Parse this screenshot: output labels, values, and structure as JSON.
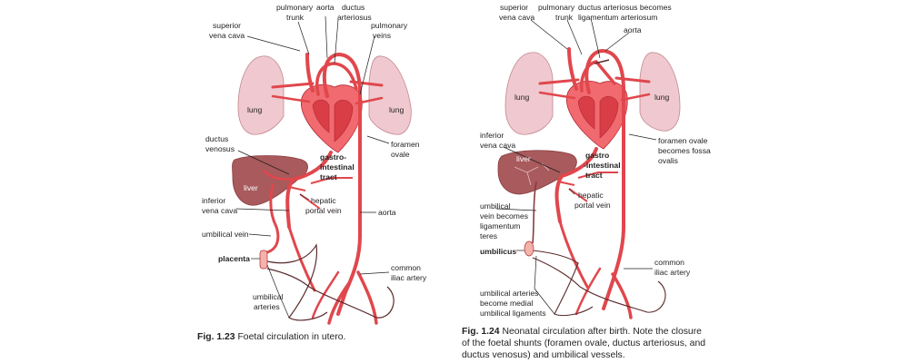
{
  "colors": {
    "vessel": "#e0474c",
    "vessel_dark": "#b02a33",
    "vein_brown": "#8a3b3f",
    "lung_fill": "#efc9cf",
    "lung_stroke": "#c4868f",
    "heart_fill": "#f06a6f",
    "heart_inner": "#d93d45",
    "liver_fill": "#a85a5c",
    "liver_light": "#c98a8b",
    "placenta": "#f3b2aa",
    "leader": "#231f20"
  },
  "fig23": {
    "caption_num": "Fig. 1.23",
    "caption_text": " Foetal circulation in utero.",
    "labels": {
      "pulmonary_trunk_1": "pulmonary",
      "pulmonary_trunk_2": "trunk",
      "aorta": "aorta",
      "ductus_arteriosus_1": "ductus",
      "ductus_arteriosus_2": "arteriosus",
      "superior_vena_cava_1": "superior",
      "superior_vena_cava_2": "vena cava",
      "pulmonary_veins_1": "pulmonary",
      "pulmonary_veins_2": "veins",
      "lung_left": "lung",
      "lung_right": "lung",
      "ductus_venosus_1": "ductus",
      "ductus_venosus_2": "venosus",
      "foramen_ovale_1": "foramen",
      "foramen_ovale_2": "ovale",
      "gi_tract_1": "gastro-",
      "gi_tract_2": "intestinal",
      "gi_tract_3": "tract",
      "liver": "liver",
      "inferior_vena_cava_1": "inferior",
      "inferior_vena_cava_2": "vena cava",
      "hepatic_portal_vein_1": "hepatic",
      "hepatic_portal_vein_2": "portal vein",
      "aorta_lower": "aorta",
      "umbilical_vein": "umbilical vein",
      "placenta": "placenta",
      "common_iliac_1": "common",
      "common_iliac_2": "iliac artery",
      "umbilical_arteries_1": "umbilical",
      "umbilical_arteries_2": "arteries"
    }
  },
  "fig24": {
    "caption_num": "Fig. 1.24",
    "caption_line1": " Neonatal circulation after birth. Note the closure",
    "caption_line2": "of the foetal shunts (foramen ovale, ductus arteriosus, and",
    "caption_line3": "ductus venosus) and umbilical vessels.",
    "labels": {
      "superior_vena_cava_1": "superior",
      "superior_vena_cava_2": "vena cava",
      "pulmonary_trunk_1": "pulmonary",
      "pulmonary_trunk_2": "trunk",
      "ductus_ligamentum_1": "ductus arteriosus becomes",
      "ductus_ligamentum_2": "ligamentum arteriosum",
      "aorta": "aorta",
      "lung_left": "lung",
      "lung_right": "lung",
      "inferior_vena_cava_1": "inferior",
      "inferior_vena_cava_2": "vena cava",
      "foramen_fossa_1": "foramen ovale",
      "foramen_fossa_2": "becomes fossa",
      "foramen_fossa_3": "ovalis",
      "liver": "liver",
      "gi_tract_1": "gastro",
      "gi_tract_2": "-intestinal",
      "gi_tract_3": "tract",
      "hepatic_portal_vein_1": "hepatic",
      "hepatic_portal_vein_2": "portal vein",
      "umb_vein_lig_1": "umbilical",
      "umb_vein_lig_2": "vein becomes",
      "umb_vein_lig_3": "ligamentum",
      "umb_vein_lig_4": "teres",
      "umbilicus": "umbilicus",
      "common_iliac_1": "common",
      "common_iliac_2": "iliac artery",
      "umb_art_lig_1": "umbilical arteries",
      "umb_art_lig_2": "become medial",
      "umb_art_lig_3": "umbilical ligaments"
    }
  }
}
